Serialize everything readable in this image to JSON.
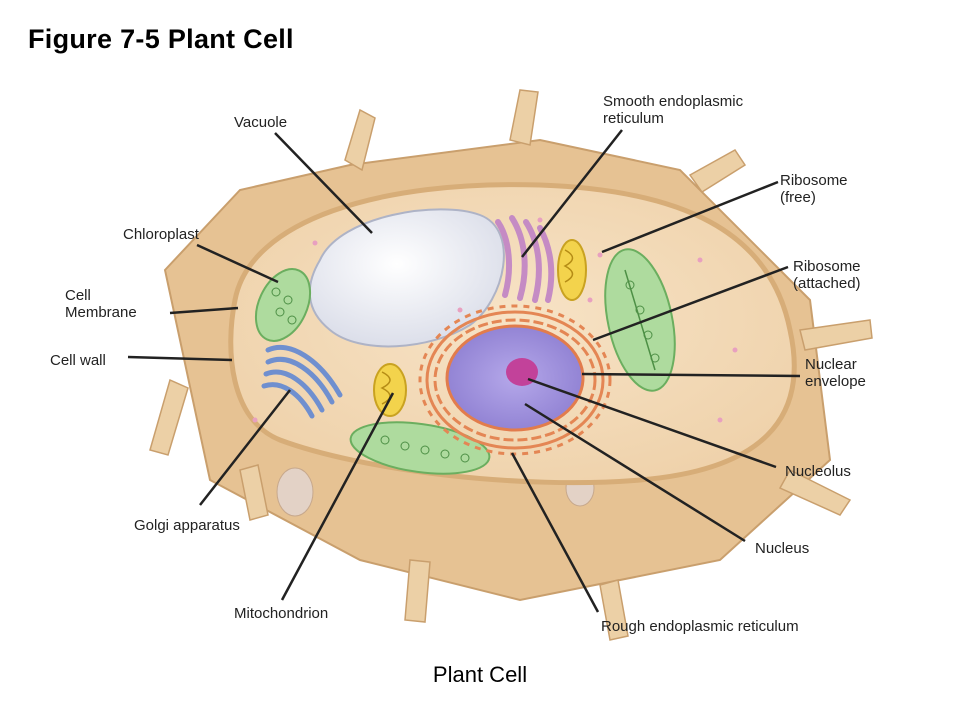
{
  "figure_title": "Figure 7-5 Plant Cell",
  "caption": "Plant Cell",
  "labels": {
    "vacuole": "Vacuole",
    "chloroplast": "Chloroplast",
    "cell_membrane": "Cell\nMembrane",
    "cell_wall": "Cell wall",
    "golgi": "Golgi apparatus",
    "mitochondrion": "Mitochondrion",
    "smooth_er": "Smooth endoplasmic\nreticulum",
    "ribosome_free": "Ribosome\n(free)",
    "ribosome_attached": "Ribosome\n(attached)",
    "nuclear_envelope": "Nuclear\nenvelope",
    "nucleolus": "Nucleolus",
    "nucleus": "Nucleus",
    "rough_er": "Rough endoplasmic reticulum"
  },
  "colors": {
    "cell_wall": "#e8c79b",
    "cytoplasm": "#f4dcbc",
    "vacuole": "#eef0f6",
    "chloroplast": "#a9d79a",
    "golgi": "#7fa0d8",
    "mitochondrion": "#f2d24a",
    "smooth_er": "#c98ec6",
    "rough_er": "#e9875a",
    "nucleus": "#a99be0",
    "nucleolus": "#c2429a",
    "leader_line": "#222222"
  }
}
